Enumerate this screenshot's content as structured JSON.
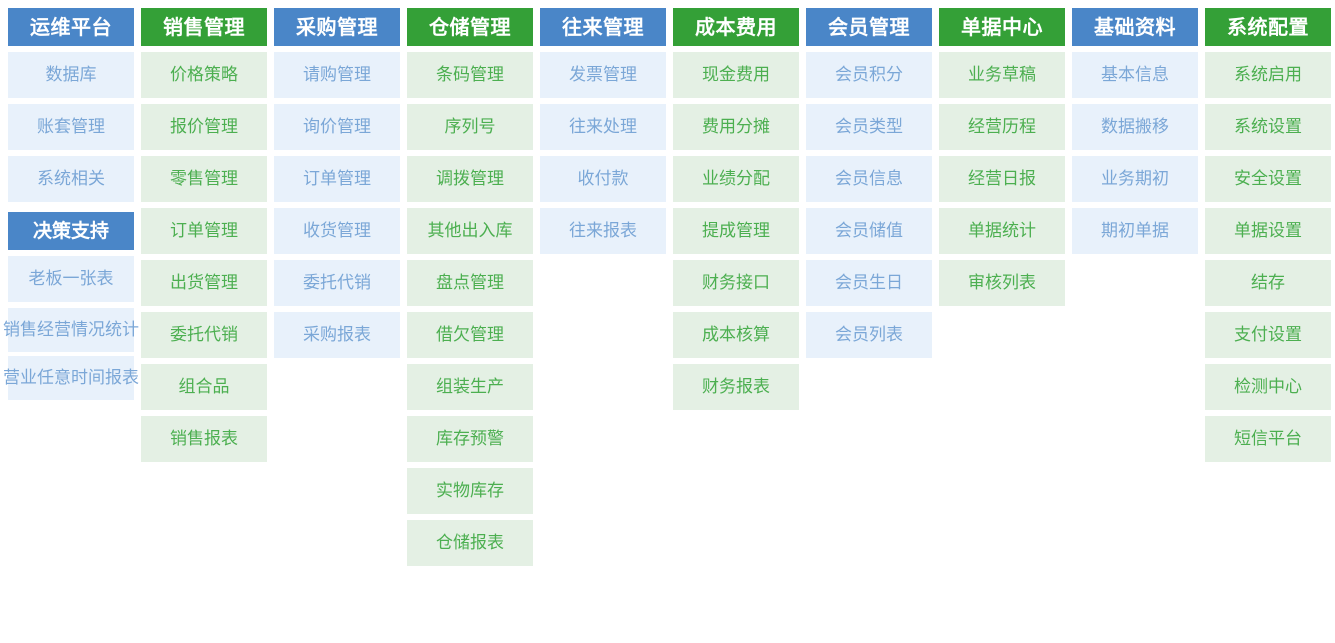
{
  "theme": {
    "header_blue": "#4a86c8",
    "header_green": "#34a037",
    "cell_blue_bg": "#e8f1fb",
    "cell_blue_text": "#7ba7d7",
    "cell_green_bg": "#e4f0e4",
    "cell_green_text": "#4caf50",
    "page_bg": "#ffffff"
  },
  "columns": [
    {
      "header": "运维平台",
      "color": "blue",
      "items": [
        "数据库",
        "账套管理",
        "系统相关"
      ],
      "sub_header": "决策支持",
      "sub_items": [
        "老板一张表",
        "销售经营情况统计",
        "营业任意时间报表"
      ]
    },
    {
      "header": "销售管理",
      "color": "green",
      "items": [
        "价格策略",
        "报价管理",
        "零售管理",
        "订单管理",
        "出货管理",
        "委托代销",
        "组合品",
        "销售报表"
      ]
    },
    {
      "header": "采购管理",
      "color": "blue",
      "items": [
        "请购管理",
        "询价管理",
        "订单管理",
        "收货管理",
        "委托代销",
        "采购报表"
      ]
    },
    {
      "header": "仓储管理",
      "color": "green",
      "items": [
        "条码管理",
        "序列号",
        "调拨管理",
        "其他出入库",
        "盘点管理",
        "借欠管理",
        "组装生产",
        "库存预警",
        "实物库存",
        "仓储报表"
      ]
    },
    {
      "header": "往来管理",
      "color": "blue",
      "items": [
        "发票管理",
        "往来处理",
        "收付款",
        "往来报表"
      ]
    },
    {
      "header": "成本费用",
      "color": "green",
      "items": [
        "现金费用",
        "费用分摊",
        "业绩分配",
        "提成管理",
        "财务接口",
        "成本核算",
        "财务报表"
      ]
    },
    {
      "header": "会员管理",
      "color": "blue",
      "items": [
        "会员积分",
        "会员类型",
        "会员信息",
        "会员储值",
        "会员生日",
        "会员列表"
      ]
    },
    {
      "header": "单据中心",
      "color": "green",
      "items": [
        "业务草稿",
        "经营历程",
        "经营日报",
        "单据统计",
        "审核列表"
      ]
    },
    {
      "header": "基础资料",
      "color": "blue",
      "items": [
        "基本信息",
        "数据搬移",
        "业务期初",
        "期初单据"
      ]
    },
    {
      "header": "系统配置",
      "color": "green",
      "items": [
        "系统启用",
        "系统设置",
        "安全设置",
        "单据设置",
        "结存",
        "支付设置",
        "检测中心",
        "短信平台"
      ]
    }
  ]
}
